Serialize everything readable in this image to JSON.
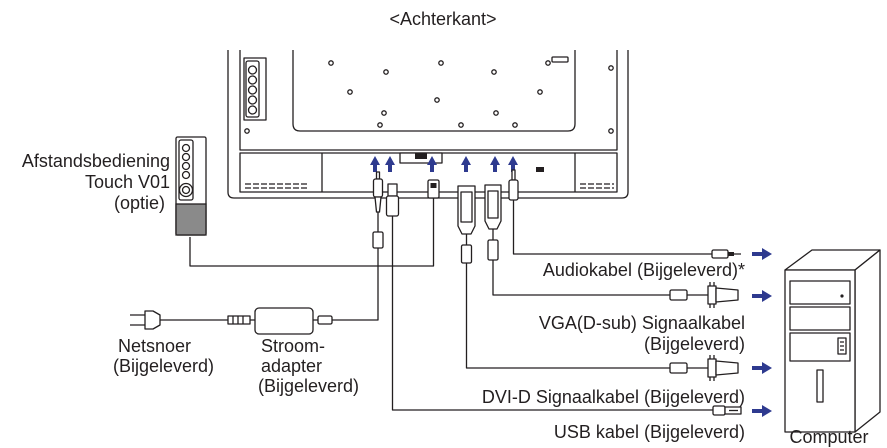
{
  "title": "<Achterkant>",
  "remote": {
    "lines": [
      "Afstandsbediening",
      "Touch V01",
      "(optie)"
    ]
  },
  "power_cord": {
    "lines": [
      "Netsnoer",
      "(Bijgeleverd)"
    ]
  },
  "power_adapter": {
    "lines": [
      "Stroom-",
      "adapter",
      "(Bijgeleverd)"
    ]
  },
  "cables": {
    "audio": "Audiokabel (Bijgeleverd)*",
    "vga": [
      "VGA(D-sub) Signaalkabel",
      "(Bijgeleverd)"
    ],
    "dvi": "DVI-D Signaalkabel (Bijgeleverd)",
    "usb": "USB kabel (Bijgeleverd)"
  },
  "computer": "Computer",
  "icons": {
    "to_monitor": "arrow-up-icon",
    "to_computer": "arrow-right-icon"
  },
  "colors": {
    "line": "#231f20",
    "arrow": "#2e3a8f",
    "remote_grip": "#8a8a8a"
  }
}
